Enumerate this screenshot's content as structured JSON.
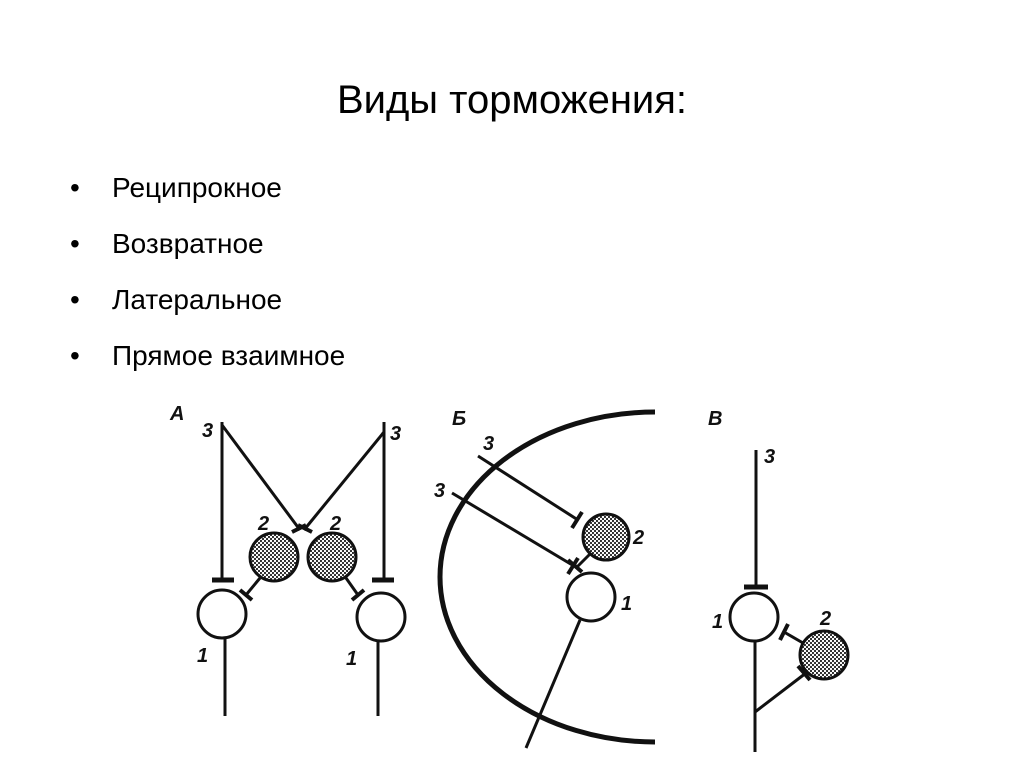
{
  "title": "Виды торможения:",
  "bullets": [
    {
      "text": "Реципрокное"
    },
    {
      "text": "Возвратное"
    },
    {
      "text": "Латеральное"
    },
    {
      "text": "Прямое взаимное"
    }
  ],
  "diagram": {
    "panel_labels": [
      "А",
      "Б",
      "В"
    ],
    "neuron_labels": [
      "1",
      "2",
      "3"
    ]
  },
  "colors": {
    "ink": "#111111",
    "inhibitory_fill": "#555555",
    "background": "#ffffff"
  }
}
